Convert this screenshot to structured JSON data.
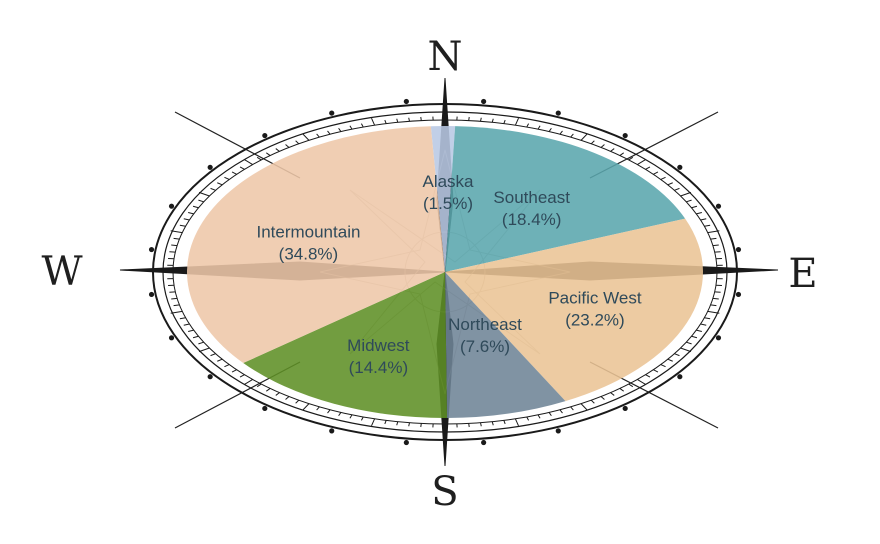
{
  "compass": {
    "north": "N",
    "south": "S",
    "east": "E",
    "west": "W"
  },
  "chart_data": {
    "type": "pie",
    "title": "",
    "slices": [
      {
        "label": "Alaska",
        "value": 1.5,
        "display": "(1.5%)",
        "color": "#b8c8e4"
      },
      {
        "label": "Southeast",
        "value": 18.4,
        "display": "(18.4%)",
        "color": "#5aa6ad"
      },
      {
        "label": "Pacific West",
        "value": 23.2,
        "display": "(23.2%)",
        "color": "#eac495"
      },
      {
        "label": "Northeast",
        "value": 7.6,
        "display": "(7.6%)",
        "color": "#6e8496"
      },
      {
        "label": "Midwest",
        "value": 14.4,
        "display": "(14.4%)",
        "color": "#5f8f26"
      },
      {
        "label": "Intermountain",
        "value": 34.8,
        "display": "(34.8%)",
        "color": "#eec7a8"
      }
    ]
  }
}
